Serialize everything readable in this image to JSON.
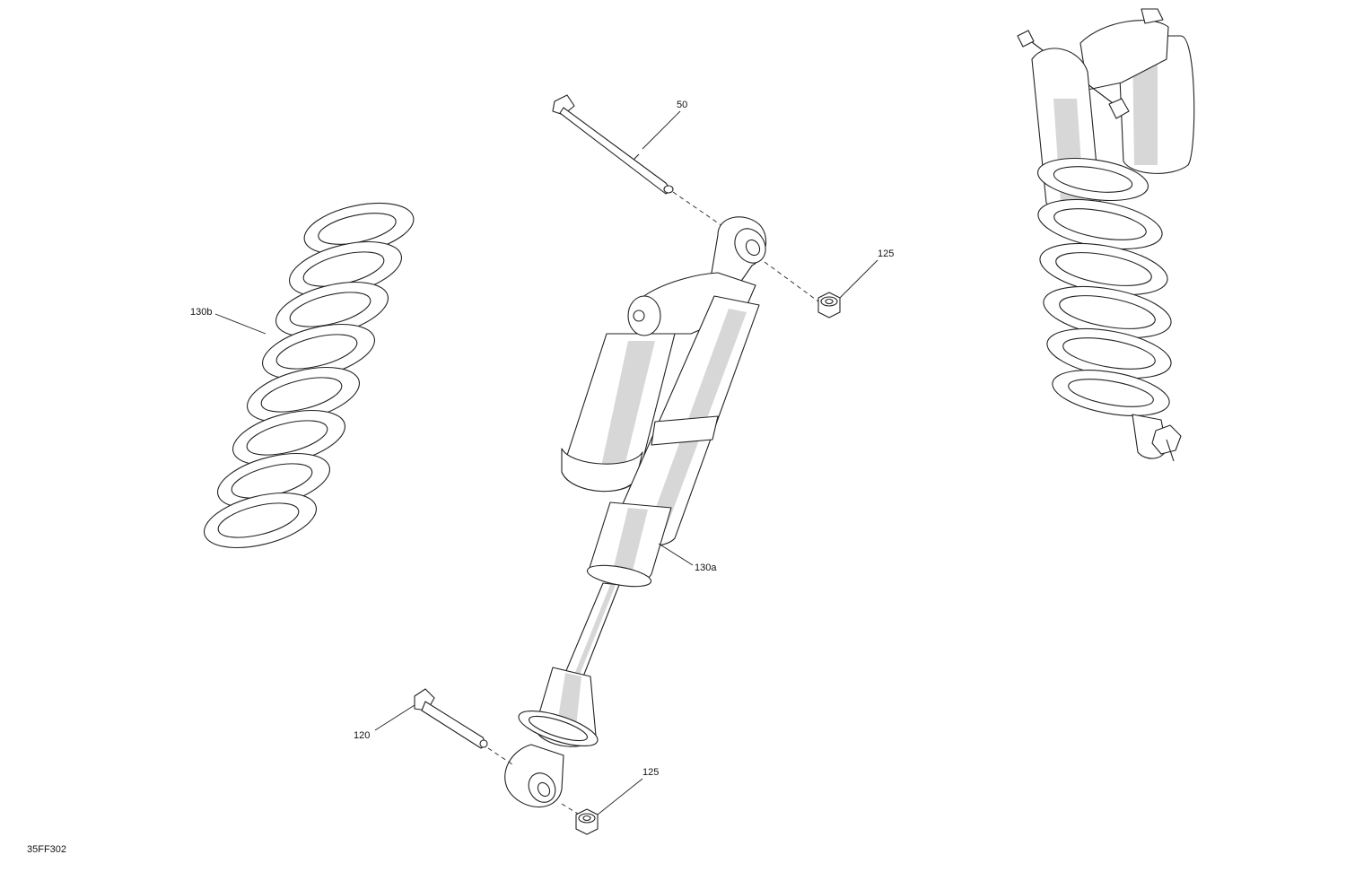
{
  "callouts": {
    "c50": "50",
    "c125_top": "125",
    "c130b": "130b",
    "c130a": "130a",
    "c120": "120",
    "c125_bottom": "125"
  },
  "figure_code": "35FF302"
}
